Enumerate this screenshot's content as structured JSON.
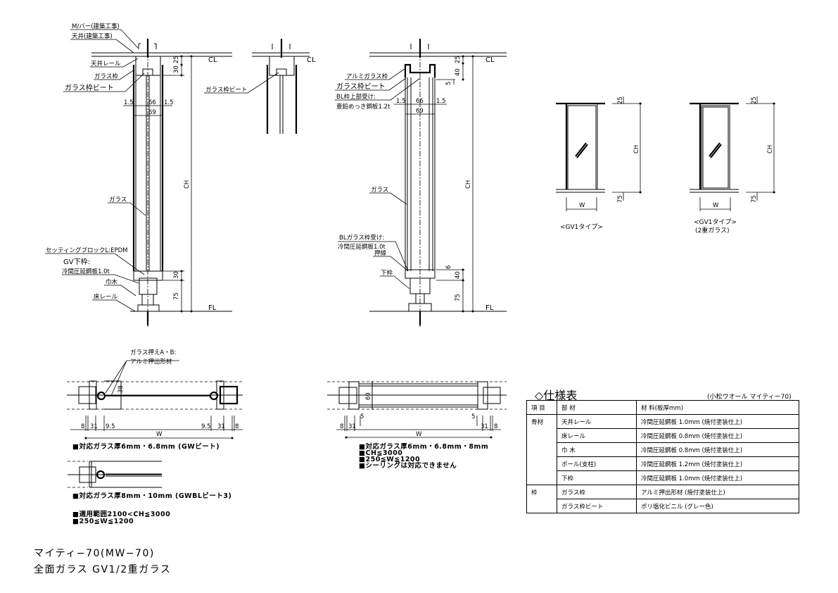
{
  "section_a": {
    "labels": {
      "mbar": "M/バー(建築工事)",
      "ceiling": "天井(建築工事)",
      "ceiling_rail": "天井レール",
      "glass_frame": "ガラス枠",
      "glass_frame_bead": "ガラス枠ビート",
      "glass": "ガラス",
      "setting_block": "セッティングブロックL:EPDM",
      "gv_bottom_frame": "GV下枠:",
      "gv_bottom_material": "冷間圧延鋼板1.0t",
      "baseboard": "巾木",
      "floor_rail": "床レール"
    },
    "dims": {
      "d1": "1.5",
      "d2": "66",
      "d3": "1.5",
      "d4": "69",
      "top1": "25",
      "top2": "30",
      "ch": "CH",
      "bot1": "30",
      "bot2": "75"
    },
    "cl": "CL",
    "fl": "FL"
  },
  "section_b": {
    "label": "ガラス枠ビート",
    "cl": "CL"
  },
  "section_c": {
    "labels": {
      "alu_frame": "アルミガラス枠",
      "bead": "ガラス枠ビート",
      "bl_top": "BL枠上部受け:",
      "bl_top_material": "亜鉛めっき鋼板1.2t",
      "glass": "ガラス",
      "bl_glass": "BLガラス枠受け:",
      "bl_glass_material": "冷間圧延鋼板1.0t",
      "stop": "押縁",
      "bottom_frame": "下枠"
    },
    "dims": {
      "d1": "1.5",
      "d2": "66",
      "d3": "1.5",
      "d4": "69",
      "top1": "25",
      "top2": "40",
      "top3": "5",
      "ch": "CH",
      "bot0": "6",
      "bot1": "40",
      "bot2": "75"
    },
    "cl": "CL",
    "fl": "FL"
  },
  "elevations": [
    {
      "label": "<GV1タイプ>",
      "sub": "",
      "top": "25",
      "ch": "CH",
      "bottom": "75",
      "w": "W"
    },
    {
      "label": "<GV1タイプ>",
      "sub": "(2重ガラス)",
      "top": "25",
      "ch": "CH",
      "bottom": "75",
      "w": "W"
    }
  ],
  "plan_a": {
    "label1": "ガラス押えA・B:",
    "label2": "アルミ押出形材",
    "depth": "38",
    "dims": [
      "8",
      "31",
      "9.5",
      "9.5",
      "31",
      "8"
    ],
    "w": "W",
    "note": "■対応ガラス厚6mm・6.8mm (GWビート)"
  },
  "plan_b": {
    "depth": "69",
    "dims": [
      "5",
      "5",
      "8",
      "31",
      "31",
      "8"
    ],
    "w": "W",
    "notes": [
      "■対応ガラス厚6mm・6.8mm・8mm",
      "■CH≦3000",
      "■250≦W≦1200",
      "■シーリングは対応できません"
    ]
  },
  "plan_c": {
    "note": "■対応ガラス厚8mm・10mm (GWBLビート3)",
    "range": [
      "■適用範囲2100<CH≦3000",
      "■250≦W≦1200"
    ]
  },
  "title": {
    "line1": "マイティ−70(MW−70)",
    "line2": "全面ガラス GV1/2重ガラス"
  },
  "spec": {
    "title": "◇仕様表",
    "subtitle": "(小松ウオール マイティー70)",
    "headers": [
      "項 目",
      "部 材",
      "材 料(板厚mm)"
    ],
    "groups": [
      {
        "name": "骨材",
        "rows": [
          [
            "天井レール",
            "冷間圧延鋼板 1.0mm (焼付塗装仕上)"
          ],
          [
            "床レール",
            "冷間圧延鋼板 0.8mm (焼付塗装仕上)"
          ],
          [
            "巾 木",
            "冷間圧延鋼板 0.8mm (焼付塗装仕上)"
          ],
          [
            "ポール(支柱)",
            "冷間圧延鋼板 1.2mm (焼付塗装仕上)"
          ],
          [
            "下枠",
            "冷間圧延鋼板 1.0mm (焼付塗装仕上)"
          ]
        ]
      },
      {
        "name": "枠",
        "rows": [
          [
            "ガラス枠",
            "アルミ押出形材 (焼付塗装仕上)"
          ],
          [
            "ガラス枠ビート",
            "ポリ塩化ビニル (グレー色)"
          ]
        ]
      }
    ]
  }
}
